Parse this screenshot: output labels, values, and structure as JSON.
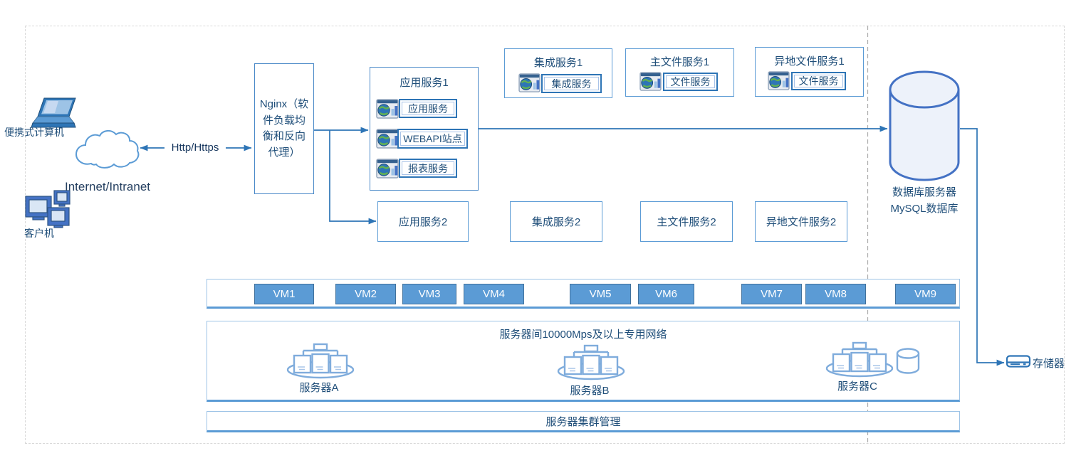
{
  "colors": {
    "accent_blue": "#2E75B6",
    "box_border_blue": "#5B9BD5",
    "light_border_blue": "#9DC3E6",
    "dark_text_blue": "#1F4E79",
    "vm_fill": "#5B9BD5",
    "vm_border": "#41719C",
    "vm_text": "#FFFFFF",
    "cylinder_fill": "#EDF2FA",
    "dashed_gray": "#ABABAB"
  },
  "left_zone": {
    "laptop_label": "便携式计算机",
    "network_label": "Internet/Intranet",
    "clients_label": "客户机",
    "link_label": "Http/Https"
  },
  "nginx": {
    "label": "Nginx（软件负载均衡和反向代理）"
  },
  "app_cluster1": {
    "title": "应用服务1",
    "services": [
      "应用服务",
      "WEBAPI站点",
      "报表服务"
    ]
  },
  "service_boxes_row1": [
    {
      "title": "集成服务1",
      "service": "集成服务"
    },
    {
      "title": "主文件服务1",
      "service": "文件服务"
    },
    {
      "title": "异地文件服务1",
      "service": "文件服务"
    }
  ],
  "service_boxes_row2": [
    "应用服务2",
    "集成服务2",
    "主文件服务2",
    "异地文件服务2"
  ],
  "database": {
    "line1": "数据库服务器",
    "line2": "MySQL数据库"
  },
  "storage": {
    "label": "存储器"
  },
  "vms": [
    "VM1",
    "VM2",
    "VM3",
    "VM4",
    "VM5",
    "VM6",
    "VM7",
    "VM8",
    "VM9"
  ],
  "network": {
    "title": "服务器间10000Mps及以上专用网络",
    "servers": [
      "服务器A",
      "服务器B",
      "服务器C"
    ]
  },
  "cluster_management": {
    "label": "服务器集群管理"
  }
}
